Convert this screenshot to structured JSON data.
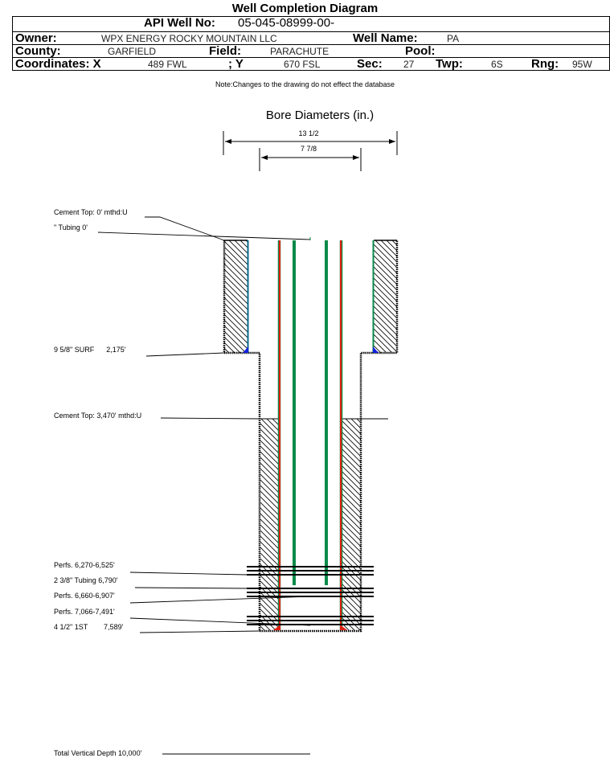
{
  "title": "Well Completion Diagram",
  "header": {
    "api_label": "API Well No:",
    "api_value": "05-045-08999-00-",
    "owner_label": "Owner:",
    "owner_value": "WPX ENERGY ROCKY MOUNTAIN LLC",
    "well_name_label": "Well Name:",
    "well_name_value": "PA",
    "county_label": "County:",
    "county_value": "GARFIELD",
    "field_label": "Field:",
    "field_value": "PARACHUTE",
    "pool_label": "Pool:",
    "pool_value": "",
    "coord_x_label": "Coordinates: X",
    "coord_x_value": "489 FWL",
    "coord_y_label": "; Y",
    "coord_y_value": "670 FSL",
    "sec_label": "Sec:",
    "sec_value": "27",
    "twp_label": "Twp:",
    "twp_value": "6S",
    "rng_label": "Rng:",
    "rng_value": "95W"
  },
  "note": "Note:Changes to the drawing do not effect the database",
  "diagram": {
    "bore_title": "Bore Diameters (in.)",
    "bore_diameters": [
      "13 1/2",
      "7 7/8"
    ],
    "labels": {
      "cement_top_1": "Cement Top: 0' mthd:U",
      "tubing_top": "\" Tubing 0'",
      "surf_casing": "9 5/8\" SURF      2,175'",
      "cement_top_2": "Cement Top: 3,470' mthd:U",
      "perfs_1": "Perfs. 6,270-6,525'",
      "tubing": "2 3/8\" Tubing 6,790'",
      "perfs_2": "Perfs. 6,660-6,907'",
      "perfs_3": "Perfs. 7,066-7,491'",
      "prod_casing": "4 1/2\" 1ST        7,589'",
      "tvd": "Total Vertical Depth 10,000'"
    },
    "colors": {
      "casing_red": "#e02010",
      "tubing_green": "#0a8a4a",
      "shoe_blue": "#1020e0",
      "cement_line": "#000000"
    }
  }
}
